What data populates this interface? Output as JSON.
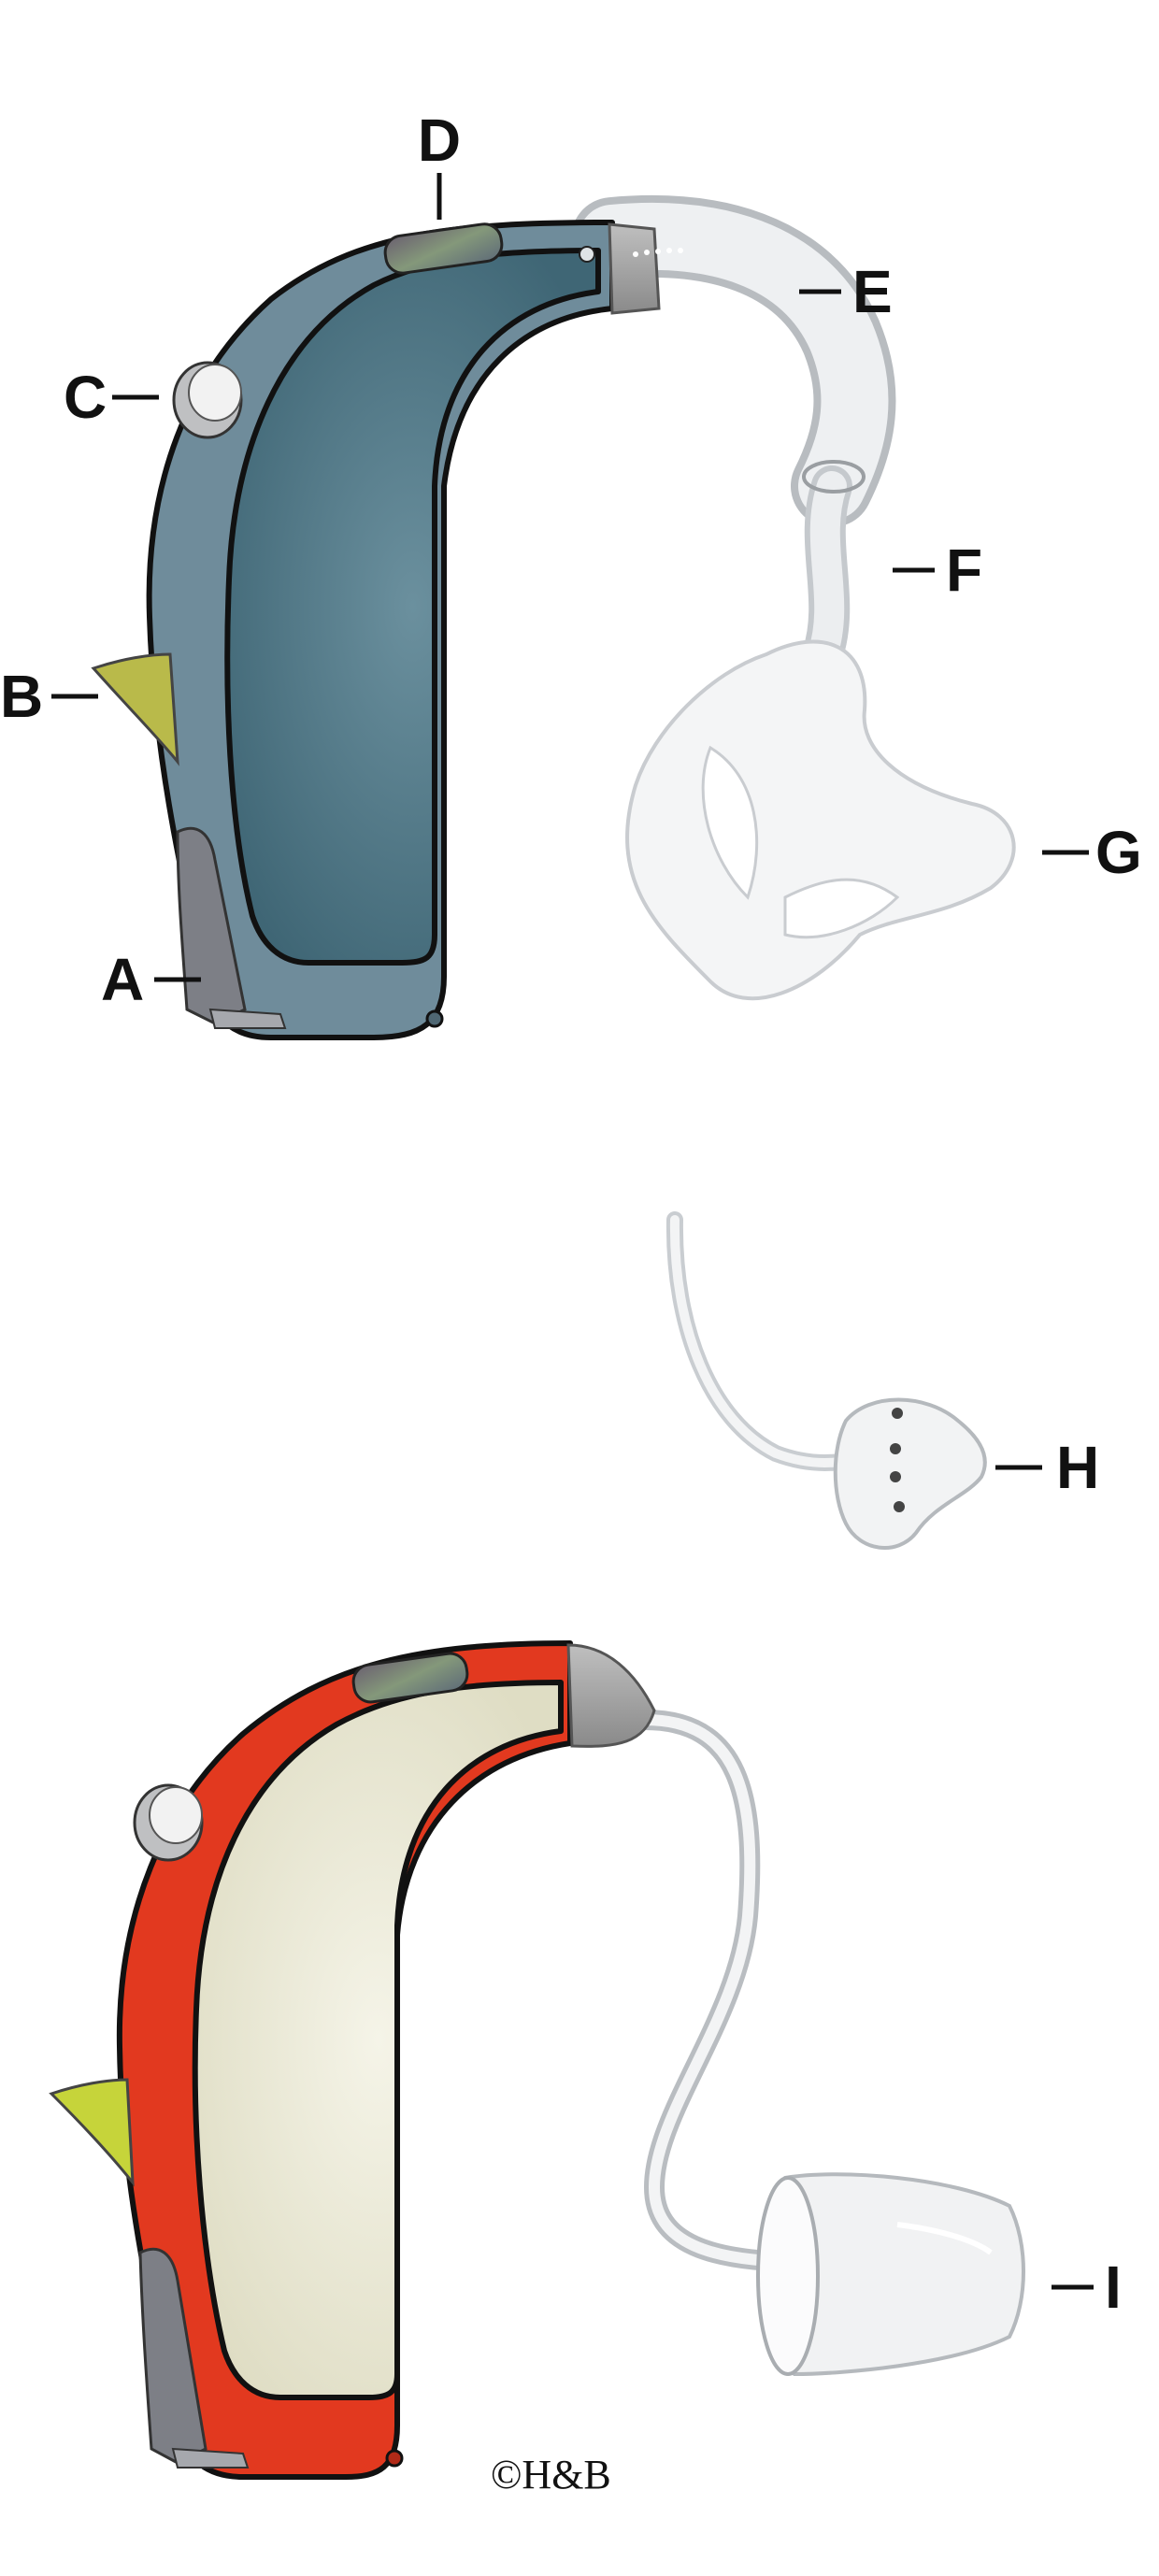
{
  "labels": {
    "A": "A",
    "B": "B",
    "C": "C",
    "D": "D",
    "E": "E",
    "F": "F",
    "G": "G",
    "H": "H",
    "I": "I"
  },
  "copyright": "©H&B",
  "colors": {
    "device1_shell": "#6f8c9b",
    "device1_face": "#4f7584",
    "device2_shell": "#e2391f",
    "device2_face": "#ecebd8",
    "switch": "#b9ba4a",
    "tube": "#e8eaec",
    "battery_door": "#7d7f86"
  }
}
